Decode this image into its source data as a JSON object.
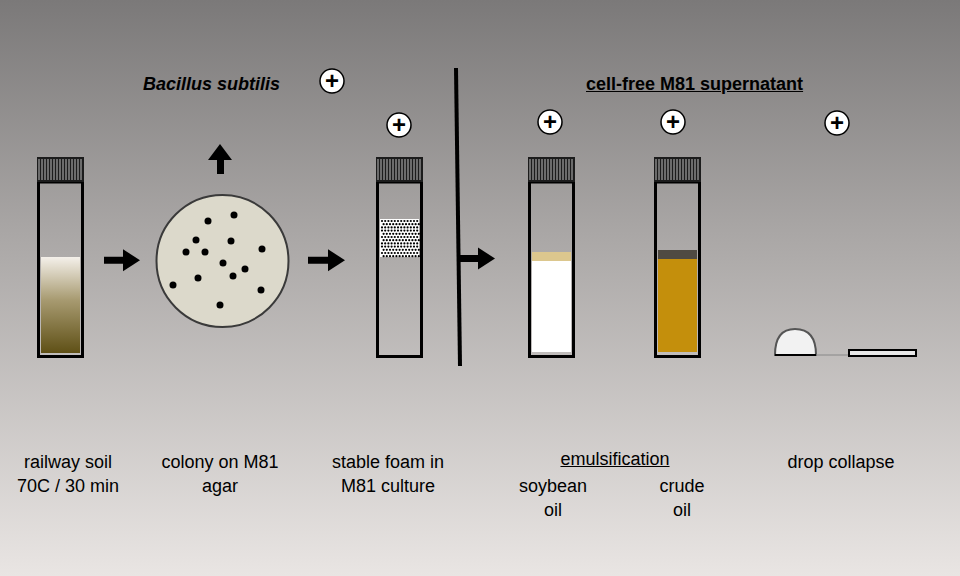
{
  "diagram": {
    "nodes": [
      {
        "text": [
          "railway soil 70C / 30 min"
        ]
      },
      {
        "text": [
          "colony on M81 agar"
        ]
      },
      {
        "text": [
          "stable foam in M81 culture"
        ]
      },
      {
        "text": [
          "soybean oil"
        ]
      },
      {
        "text": [
          "crude oil"
        ]
      },
      {
        "text": [
          "drop collapse"
        ]
      },
      {
        "text": [
          "+"
        ]
      },
      {
        "text": [
          "+"
        ]
      },
      {
        "text": [
          "+"
        ]
      },
      {
        "text": [
          "+"
        ]
      },
      {
        "text": [
          "+"
        ]
      }
    ],
    "edges": [
      {
        "from": 0,
        "to": 1,
        "arrow": "to"
      },
      {
        "from": 1,
        "to": 2,
        "arrow": "to"
      },
      {
        "from": 2,
        "to": 3,
        "arrow": "to"
      }
    ],
    "labels": [
      "Bacillus subtilis",
      "cell-free M81 supernatant",
      "emulsification"
    ]
  }
}
